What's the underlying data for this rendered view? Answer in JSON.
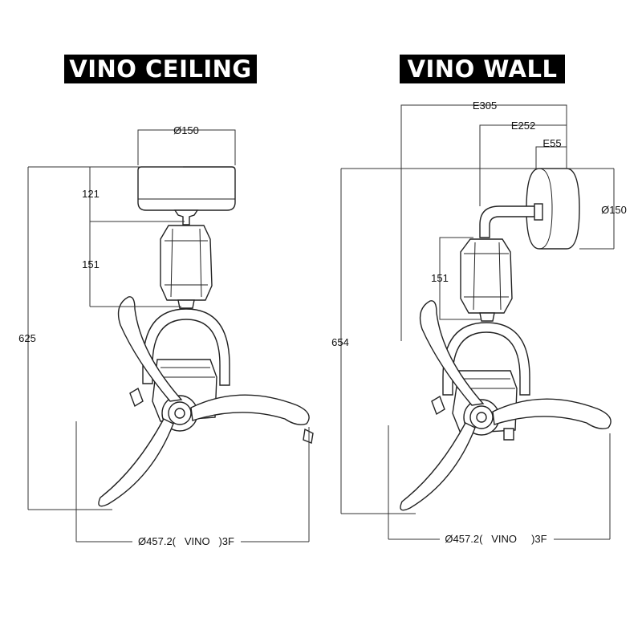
{
  "titles": {
    "ceiling": "VINO CEILING",
    "wall": "VINO WALL"
  },
  "ceiling": {
    "dim_diameter_top": "Ø150",
    "dim_canopy_height": "121",
    "dim_motor_height": "151",
    "dim_total_height": "625",
    "dim_blade_span": "Ø457.2(   VINO   )3F"
  },
  "wall": {
    "dim_e305": "E305",
    "dim_e252": "E252",
    "dim_e55": "E55",
    "dim_diameter_plate": "Ø150",
    "dim_motor_height": "151",
    "dim_total_height": "654",
    "dim_blade_span": "Ø457.2(   VINO     )3F"
  },
  "colors": {
    "line": "#222222",
    "title_bg": "#000000",
    "title_fg": "#ffffff"
  }
}
